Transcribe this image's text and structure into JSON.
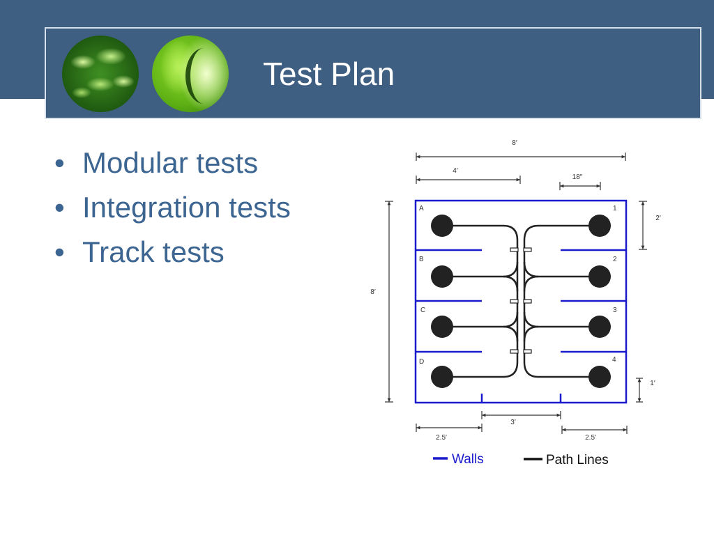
{
  "slide": {
    "title": "Test Plan",
    "bullets": [
      "Modular tests",
      "Integration tests",
      "Track tests"
    ]
  },
  "diagram": {
    "dimensions": {
      "total_width": "8′",
      "half_width": "4′",
      "end_section": "18″",
      "row_height": "2′",
      "total_height": "8′",
      "bottom_offset": "1′",
      "gap": "3′",
      "left_margin": "2.5′",
      "right_margin": "2.5′"
    },
    "rows_left": [
      "A",
      "B",
      "C",
      "D"
    ],
    "rows_right": [
      "1",
      "2",
      "3",
      "4"
    ],
    "legend": {
      "walls": "Walls",
      "path_lines": "Path Lines"
    },
    "colors": {
      "walls": "#1a1acc",
      "paths": "#222222"
    }
  }
}
